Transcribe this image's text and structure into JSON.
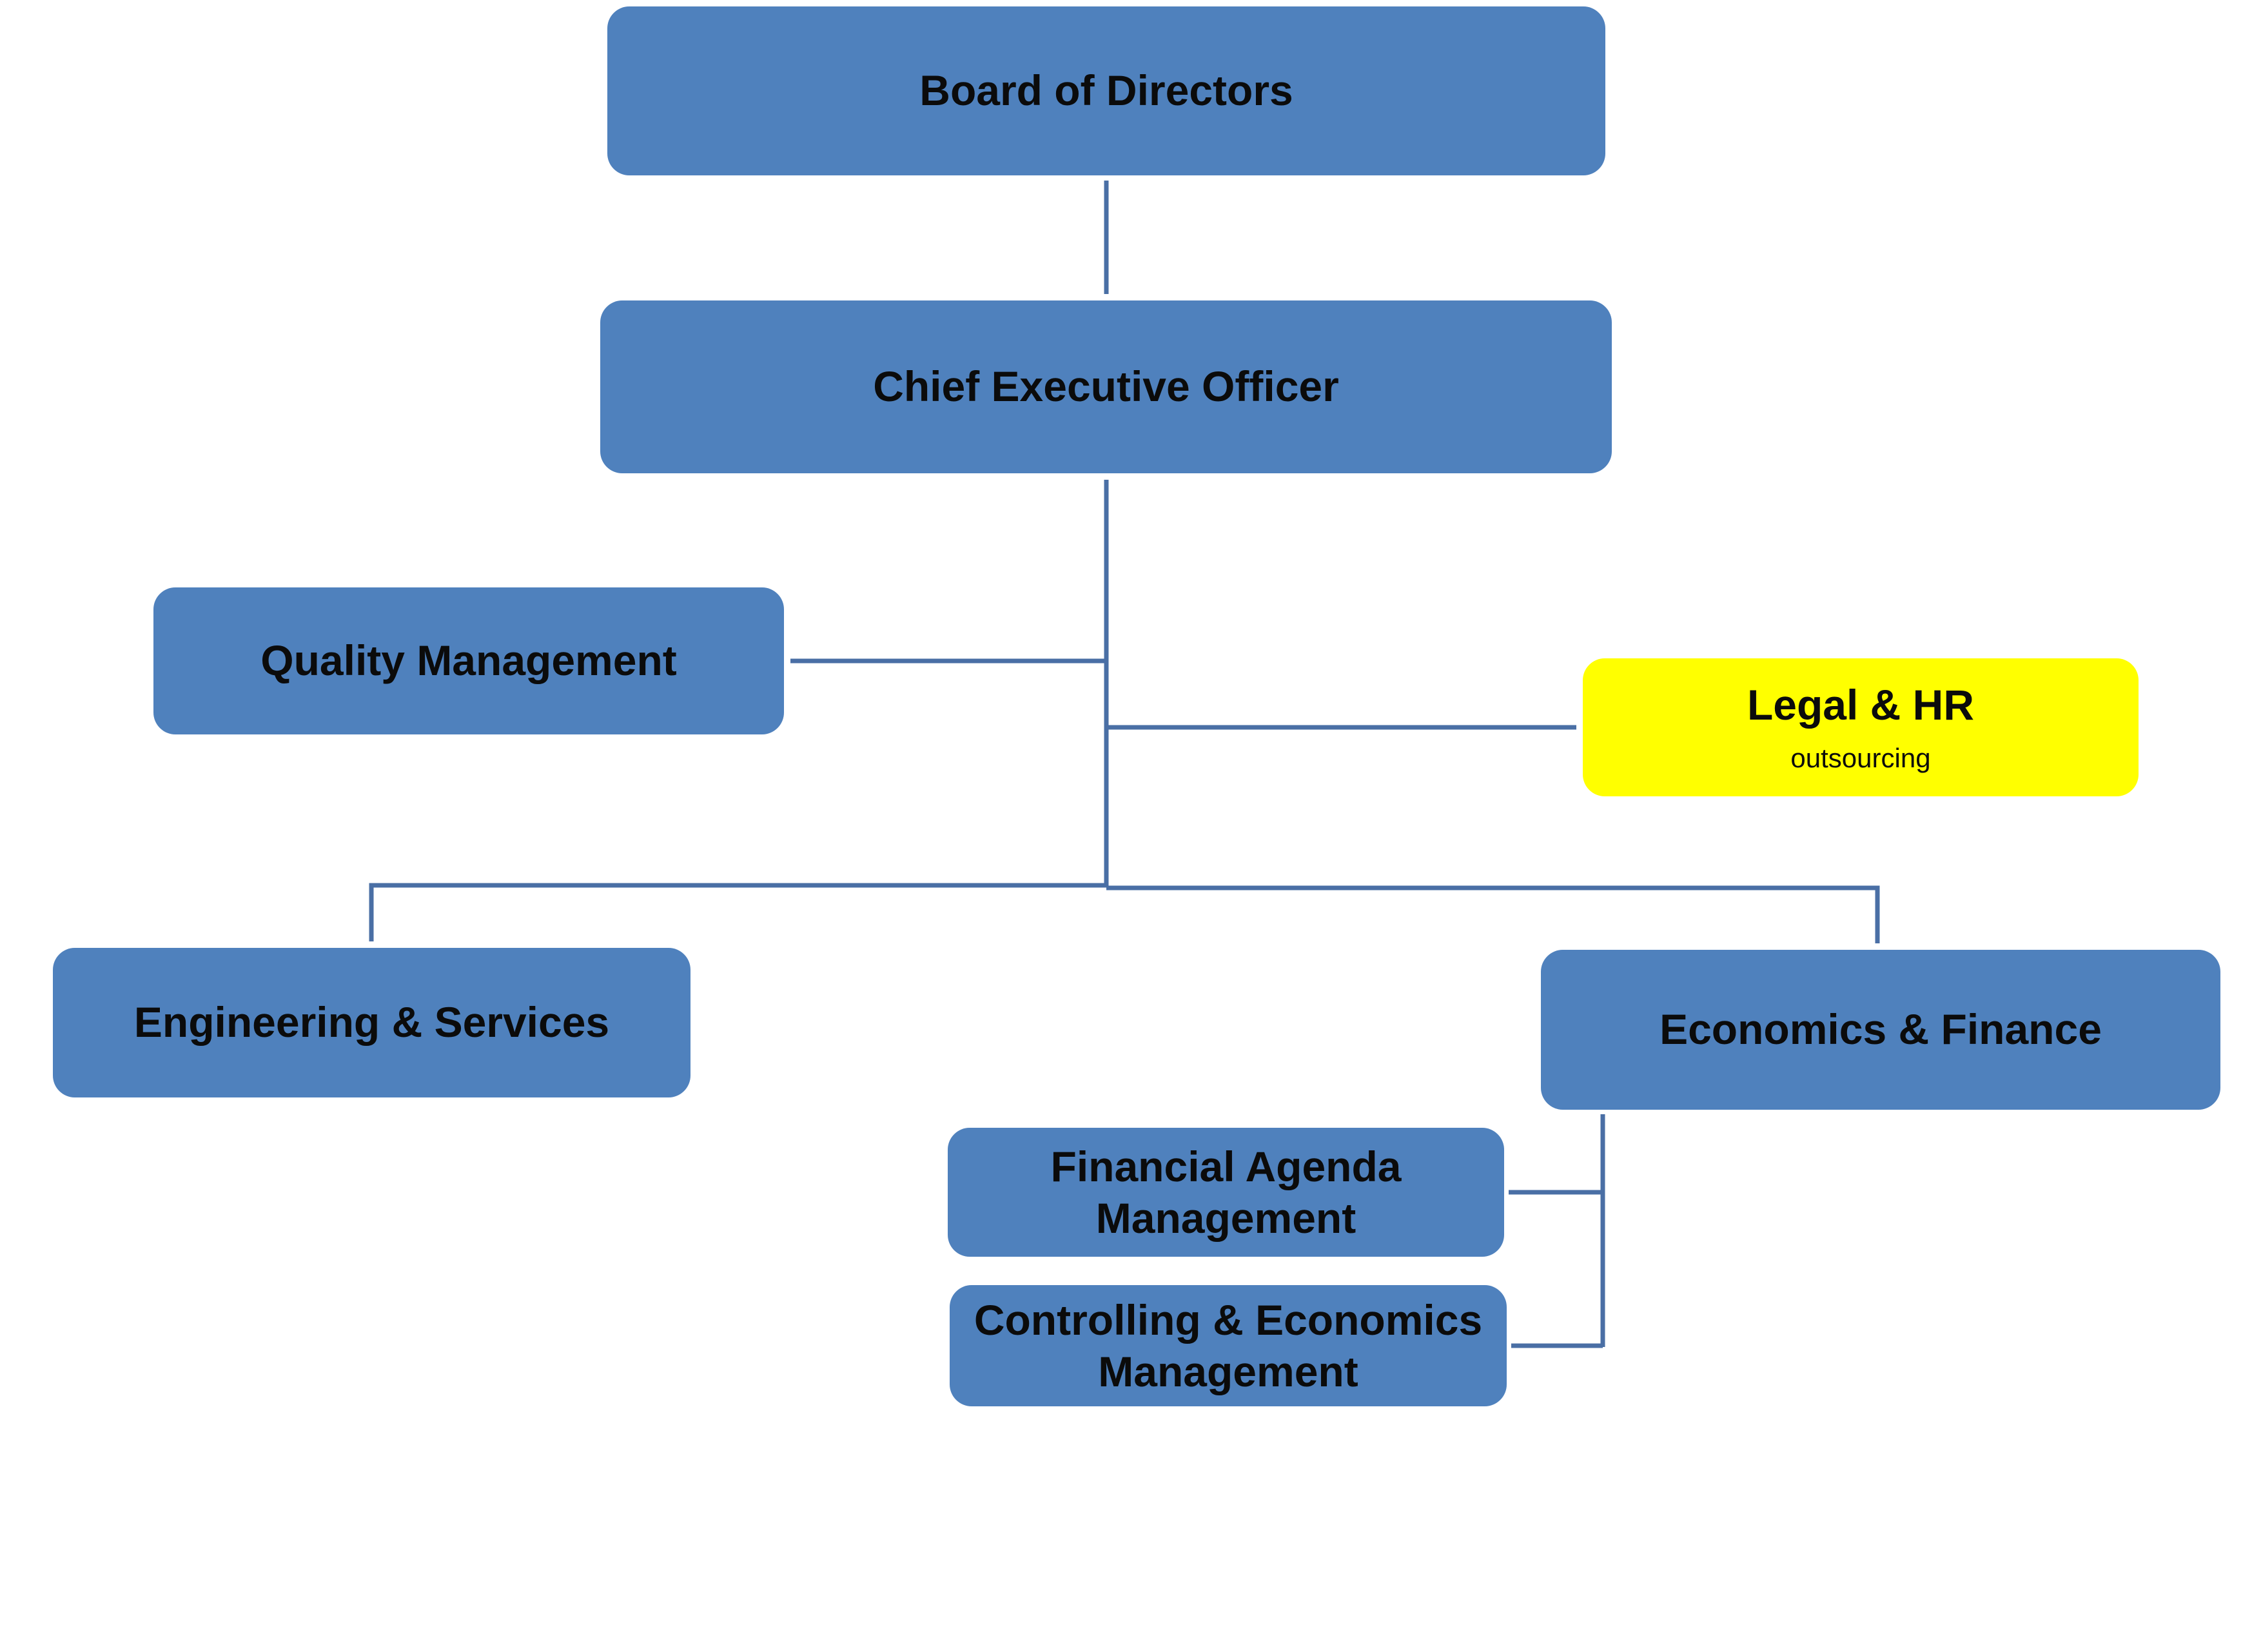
{
  "colors": {
    "box_fill": "#4f81bd",
    "highlight_fill": "#ffff00",
    "connector": "#4a6fa5",
    "text": "#0b0b0b"
  },
  "nodes": {
    "board": {
      "label": "Board of Directors"
    },
    "ceo": {
      "label": "Chief Executive Officer"
    },
    "quality": {
      "label": "Quality Management"
    },
    "legal": {
      "label": "Legal & HR",
      "note": "outsourcing"
    },
    "engineering": {
      "label": "Engineering & Services"
    },
    "economics": {
      "label": "Economics & Finance"
    },
    "financial_agenda": {
      "label_line1": "Financial Agenda",
      "label_line2": "Management"
    },
    "controlling": {
      "label_line1": "Controlling & Economics",
      "label_line2": "Management"
    }
  },
  "relations": [
    {
      "from": "Board of Directors",
      "to": "Chief Executive Officer"
    },
    {
      "from": "Chief Executive Officer",
      "to": "Quality Management"
    },
    {
      "from": "Chief Executive Officer",
      "to": "Legal & HR"
    },
    {
      "from": "Chief Executive Officer",
      "to": "Engineering & Services"
    },
    {
      "from": "Chief Executive Officer",
      "to": "Economics & Finance"
    },
    {
      "from": "Economics & Finance",
      "to": "Financial Agenda Management"
    },
    {
      "from": "Economics & Finance",
      "to": "Controlling & Economics Management"
    }
  ]
}
